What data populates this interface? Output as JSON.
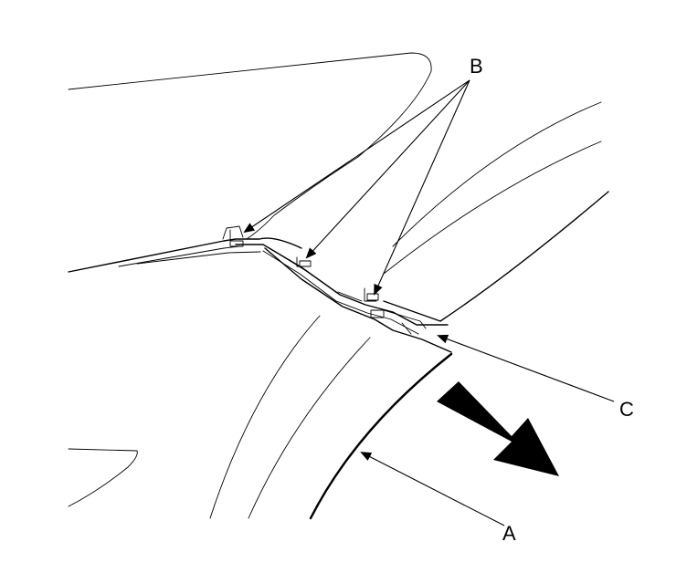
{
  "callouts": {
    "a": "A",
    "b": "B",
    "c": "C"
  },
  "colors": {
    "line": "#000000",
    "background": "#ffffff",
    "arrow_fill": "#000000"
  }
}
